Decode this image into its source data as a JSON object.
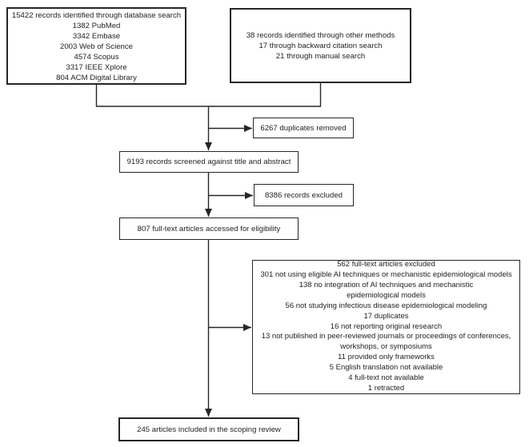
{
  "diagram": {
    "type": "prisma-flowchart",
    "boxes": {
      "database": {
        "lines": [
          "15422 records identified through database search",
          "1382 PubMed",
          "3342 Embase",
          "2003 Web of Science",
          "4574 Scopus",
          "3317 IEEE Xplore",
          "804 ACM Digital Library"
        ]
      },
      "other_methods": {
        "lines": [
          "38 records identified through other methods",
          "17 through backward citation search",
          "21 through manual search"
        ]
      },
      "duplicates_removed": {
        "label": "6267 duplicates removed"
      },
      "screened": {
        "label": "9193 records screened against title and abstract"
      },
      "records_excluded": {
        "label": "8386 records excluded"
      },
      "full_text_eligibility": {
        "label": "807 full-text articles accessed for eligibility"
      },
      "full_text_excluded": {
        "lines": [
          "562 full-text articles excluded",
          "301 not using eligible AI techniques or mechanistic epidemiological models",
          "138 no integration of AI techniques and mechanistic",
          "epidemiological models",
          "56 not studying infectious disease epidemiological modeling",
          "17 duplicates",
          "16 not reporting original research",
          "13 not published in peer-reviewed journals or proceedings of conferences,",
          "workshops, or symposiums",
          "11 provided only frameworks",
          "5 English translation not available",
          "4 full-text not available",
          "1 retracted"
        ]
      },
      "included": {
        "label": "245 articles included in the scoping review"
      }
    },
    "colors": {
      "border": "#262626",
      "line": "#262626",
      "text": "#1f1f1f",
      "background": "#ffffff"
    }
  }
}
